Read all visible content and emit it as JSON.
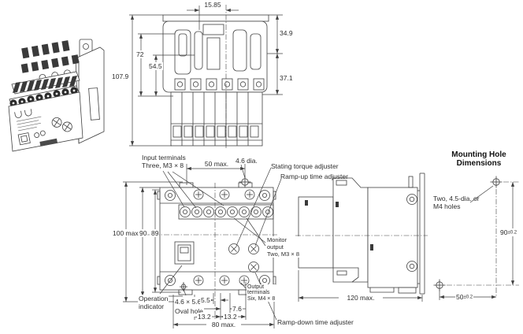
{
  "top_view": {
    "dim_tab": "15.85",
    "dim_upper_right": "34.9",
    "dim_lower_right": "37.1",
    "dim_total_height": "107.9",
    "dim_body_height": "72",
    "dim_inner_height": "54.5"
  },
  "front_view": {
    "input_terminals_line1": "Input terminals",
    "input_terminals_line2": "Three, M3 × 8",
    "dim_width_top": "50 max.",
    "hole_dia": "4.6 dia.",
    "starting_torque_adjuster": "Stating torque adjuster",
    "ramp_up_adjuster": "Ramp-up time adjuster",
    "dim_height_total": "100 max.",
    "dim_height_90": "90",
    "dim_height_89": "89",
    "monitor_line1": "Monitor",
    "monitor_line2": "output",
    "monitor_line3": "Two, M3 × 8",
    "operation_line1": "Operation",
    "operation_line2": "indicator",
    "oval_line1": "4.6 × 5.6",
    "oval_line2": "Oval hole",
    "dim_55": "5.5",
    "dim_76": "7.6",
    "dim_132_left": "13.2",
    "dim_132_right": "13.2",
    "dim_width_bottom": "80 max.",
    "output_line1": "Output",
    "output_line2": "terminals",
    "output_line3": "Six, M4 × 8",
    "ramp_down_adjuster": "Ramp-down time adjuster"
  },
  "side_view": {
    "dim_depth": "120 max."
  },
  "mounting_hole": {
    "title_line1": "Mounting Hole",
    "title_line2": "Dimensions",
    "holes_line1": "Two, 4.5-dia. or",
    "holes_line2": "M4 holes",
    "dim_vertical_value": "90",
    "dim_vertical_tol": "±0.2",
    "dim_horizontal_value": "50",
    "dim_horizontal_tol": "±0.2"
  },
  "style": {
    "line_color": "#404040",
    "text_color": "#2e2e2e",
    "background": "#ffffff"
  }
}
